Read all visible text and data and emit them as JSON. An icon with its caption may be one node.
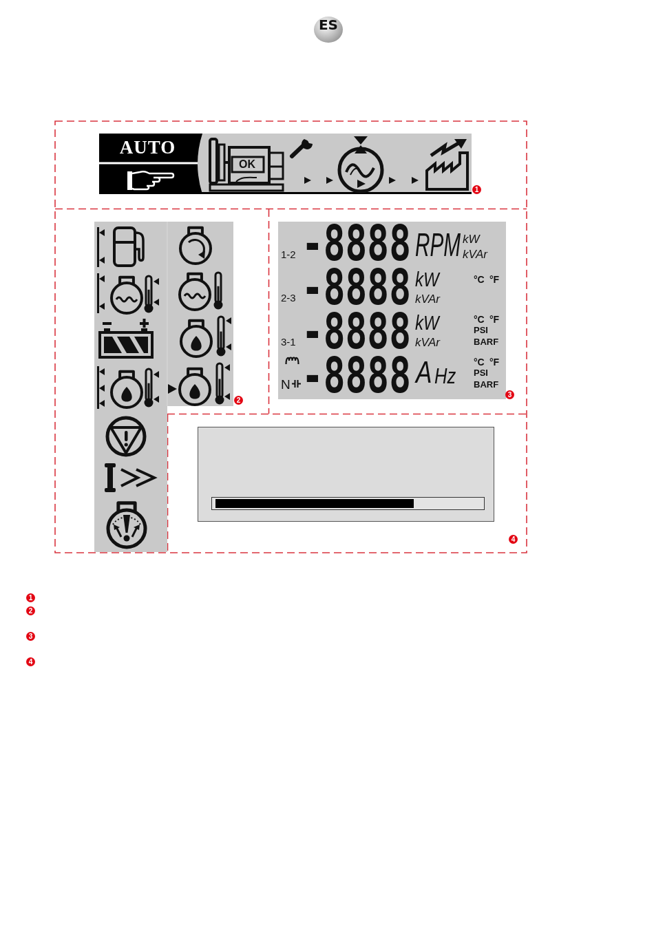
{
  "diagram": {
    "labels": [
      "ES",
      "AUTO",
      "OK",
      "1",
      "2",
      "1-2",
      "-8888",
      "RPM",
      "kW",
      "kVAr",
      "2-3",
      "-8888",
      "kW",
      "kVAr",
      "°C",
      "°F",
      "3-1",
      "-8888",
      "kW",
      "kVAr",
      "°C",
      "°F",
      "PSI",
      "BARF",
      "N",
      "-8888",
      "A",
      "Hz",
      "°C",
      "°F",
      "PSI",
      "BARF",
      "3",
      "4",
      "1",
      "2",
      "3",
      "4"
    ]
  }
}
